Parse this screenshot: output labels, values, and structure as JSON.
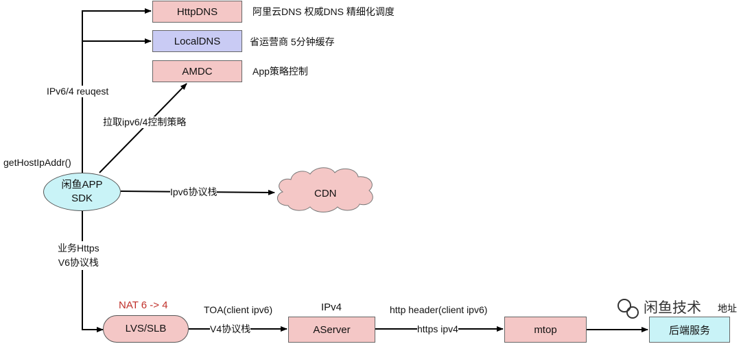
{
  "nodes": {
    "httpdns": "HttpDNS",
    "localdns": "LocalDNS",
    "amdc": "AMDC",
    "app_line1": "闲鱼APP",
    "app_line2": "SDK",
    "cdn": "CDN",
    "lvs": "LVS/SLB",
    "aserver": "AServer",
    "mtop": "mtop",
    "backend": "后端服务"
  },
  "notes": {
    "httpdns": "阿里云DNS  权威DNS 精细化调度",
    "localdns": "省运营商  5分钟缓存",
    "amdc": "App策略控制"
  },
  "edges": {
    "request": "IPv6/4 reuqest",
    "pull_policy": "拉取ipv6/4控制策略",
    "get_host": "getHostIpAddr()",
    "ipv6_stack": "Ipv6协议栈",
    "biz_https_1": "业务Https",
    "biz_https_2": "V6协议栈",
    "nat": "NAT 6 -> 4",
    "toa": "TOA(client ipv6)",
    "v4_stack": "V4协议栈",
    "ipv4": "IPv4",
    "http_header": "http header(client ipv6)",
    "https_ipv4": "https ipv4",
    "addr_fragment": "地址"
  },
  "watermark": "闲鱼技术",
  "colors": {
    "pink": "#f4c7c6",
    "blue": "#c9cbf4",
    "cyan": "#c9f3f7",
    "ellipse": "#c9f3f7",
    "cloud": "#f4c7c6",
    "nat_text": "#c0302a"
  }
}
